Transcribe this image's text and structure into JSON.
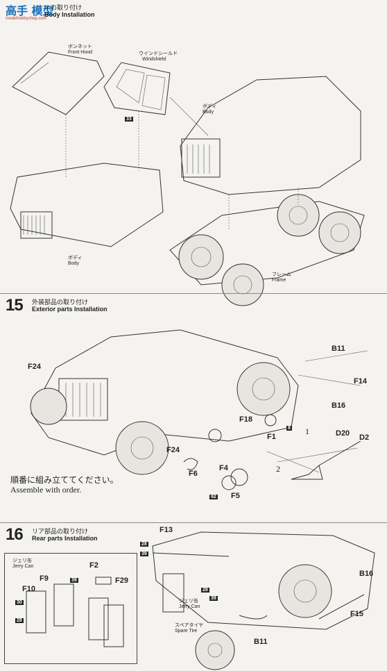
{
  "logo": {
    "text": "高手 模型",
    "sub": "modelhobbyshop.com"
  },
  "step14": {
    "title_jp": "ィの取り付け",
    "title_en": "Body Installation",
    "labels": {
      "hood_jp": "ボンネット",
      "hood_en": "Front Hood",
      "windshield_jp": "ウインドシールド",
      "windshield_en": "Windshield",
      "body_jp": "ボディ",
      "body_en": "Body",
      "body2_jp": "ボディ",
      "body2_en": "Body",
      "frame_jp": "フレーム",
      "frame_en": "Frame",
      "tag_33": "33"
    }
  },
  "step15": {
    "number": "15",
    "title_jp": "外装部品の取り付け",
    "title_en": "Exterior parts Installation",
    "parts": {
      "F24a": "F24",
      "B11": "B11",
      "F14": "F14",
      "B16": "B16",
      "F18": "F18",
      "F1": "F1",
      "D20": "D20",
      "D2": "D2",
      "F24b": "F24",
      "F6": "F6",
      "F4": "F4",
      "F5": "F5",
      "one": "1",
      "two": "2",
      "tag_8": "8",
      "tag_92": "92"
    },
    "note_jp": "順番に組み立ててください。",
    "note_en": "Assemble with order."
  },
  "step16": {
    "number": "16",
    "title_jp": "リア部品の取り付け",
    "title_en": "Rear parts Installation",
    "parts": {
      "F13": "F13",
      "B16": "B16",
      "F15": "F15",
      "B11": "B11",
      "F2": "F2",
      "F29": "F29",
      "F9": "F9",
      "F10": "F10",
      "tag_28a": "28",
      "tag_39a": "39",
      "tag_30": "30",
      "tag_28b": "28",
      "tag_39b": "39",
      "tag_28c": "28",
      "tag_39c": "39"
    },
    "labels": {
      "jerry_jp": "ジェリ缶",
      "jerry_en": "Jerry Can",
      "jerry2_jp": "ジェリ缶",
      "jerry2_en": "Jerry Can",
      "spare_jp": "スペアタイヤ",
      "spare_en": "Spare Tire"
    }
  }
}
